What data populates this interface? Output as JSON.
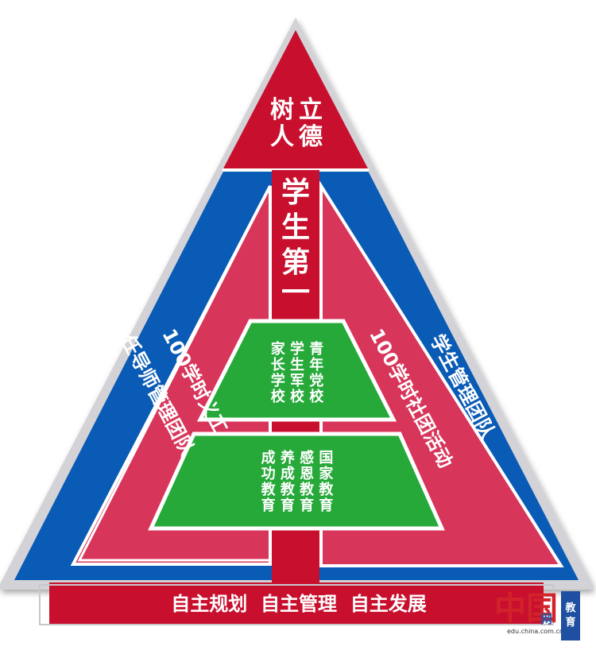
{
  "top_label": {
    "line1": "树立",
    "line2": "人德"
  },
  "center_column": {
    "chars": [
      "学",
      "生",
      "第",
      "一"
    ]
  },
  "left_outer_band": "班主任导师管理团队",
  "right_outer_band": "学生管理团队",
  "left_inner_band": "100学时义工",
  "right_inner_band": "100学时社团活动",
  "upper_green": {
    "rows": [
      "家 学 青",
      "长 生 年",
      "学 军 党",
      "校 校 校"
    ]
  },
  "lower_green": {
    "rows": [
      "成 养 感 国",
      "功 成 恩 家",
      "教 教 教 教",
      "育 育 育 育"
    ]
  },
  "base_banner": "自主规划  自主管理  自主发展",
  "watermark": {
    "logo": "中国",
    "wang": "网",
    "url": "edu.china.com.cn",
    "box_line1": "教",
    "box_line2": "育"
  },
  "colors": {
    "red": "#c8102e",
    "pink": "#d83a5c",
    "blue": "#0a5bb5",
    "green": "#27a93a",
    "frame": "#c8c8cc"
  }
}
